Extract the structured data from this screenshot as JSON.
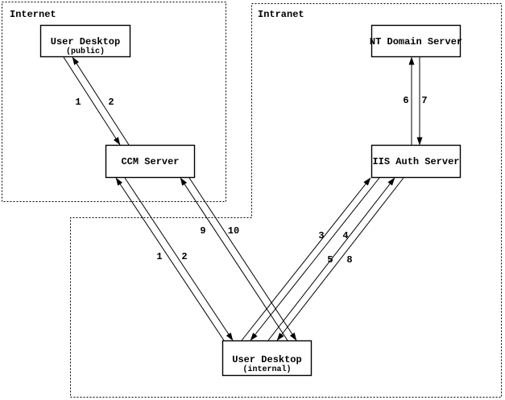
{
  "diagram": {
    "colors": {
      "background": "#ffffff",
      "ink": "#000000"
    },
    "regions": {
      "internet": {
        "label": "Internet"
      },
      "intranet": {
        "label": "Intranet"
      }
    },
    "nodes": {
      "user_desktop_public": {
        "label": "User Desktop",
        "sublabel": "(public)"
      },
      "ccm_server": {
        "label": "CCM Server"
      },
      "nt_domain_server": {
        "label": "NT Domain Server"
      },
      "iis_auth_server": {
        "label": "IIS Auth Server"
      },
      "user_desktop_internal": {
        "label": "User Desktop",
        "sublabel": "(internal)"
      }
    },
    "edges": {
      "public_desktop_to_ccm": {
        "label": "1",
        "from": "user_desktop_public",
        "to": "ccm_server"
      },
      "ccm_to_public_desktop": {
        "label": "2",
        "from": "ccm_server",
        "to": "user_desktop_public"
      },
      "internal_desktop_to_ccm_1": {
        "label": "1",
        "from": "user_desktop_internal",
        "to": "ccm_server"
      },
      "ccm_to_internal_desktop_2": {
        "label": "2",
        "from": "ccm_server",
        "to": "user_desktop_internal"
      },
      "internal_desktop_to_iis_3": {
        "label": "3",
        "from": "user_desktop_internal",
        "to": "iis_auth_server"
      },
      "iis_to_internal_desktop_4": {
        "label": "4",
        "from": "iis_auth_server",
        "to": "user_desktop_internal"
      },
      "internal_desktop_to_iis_5": {
        "label": "5",
        "from": "user_desktop_internal",
        "to": "iis_auth_server"
      },
      "iis_to_nt_domain_6": {
        "label": "6",
        "from": "iis_auth_server",
        "to": "nt_domain_server"
      },
      "nt_domain_to_iis_7": {
        "label": "7",
        "from": "nt_domain_server",
        "to": "iis_auth_server"
      },
      "iis_to_internal_desktop_8": {
        "label": "8",
        "from": "iis_auth_server",
        "to": "user_desktop_internal"
      },
      "internal_desktop_to_ccm_9": {
        "label": "9",
        "from": "user_desktop_internal",
        "to": "ccm_server"
      },
      "ccm_to_internal_desktop_10": {
        "label": "10",
        "from": "ccm_server",
        "to": "user_desktop_internal"
      }
    }
  }
}
